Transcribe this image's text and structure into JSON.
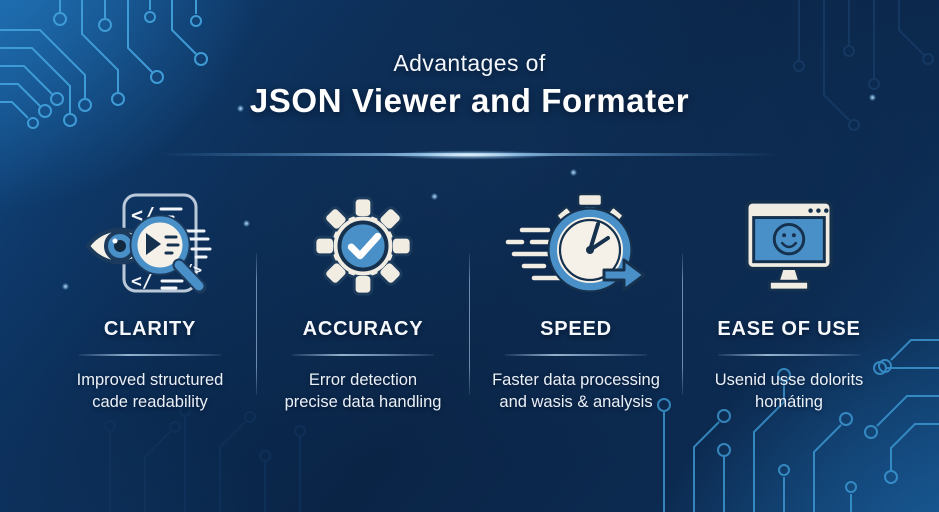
{
  "header": {
    "subtitle": "Advantages of",
    "title": "JSON Viewer and Formater"
  },
  "columns": [
    {
      "icon": "eye-magnifier-code-icon",
      "label": "CLARITY",
      "desc_lines": [
        "Improved structured",
        "cade readability"
      ]
    },
    {
      "icon": "gear-checkmark-icon",
      "label": "ACCURACY",
      "desc_lines": [
        "Error detection",
        "precise data handling"
      ]
    },
    {
      "icon": "stopwatch-speed-icon",
      "label": "SPEED",
      "desc_lines": [
        "Faster data processing",
        "and wasis & analysis"
      ]
    },
    {
      "icon": "monitor-smiley-icon",
      "label": "EASE OF USE",
      "desc_lines": [
        "Usenid usse dolorits",
        "homáting"
      ]
    }
  ],
  "colors": {
    "background_navy": "#0a2446",
    "background_light_blue": "#14518d",
    "circuit_line": "#3e9bd6",
    "icon_blue": "#4a90c8",
    "icon_cream": "#f2ede3",
    "icon_outline_navy": "#1b3a5c",
    "text_white": "#f5f8fc",
    "divider_glow": "#aad7fa"
  }
}
